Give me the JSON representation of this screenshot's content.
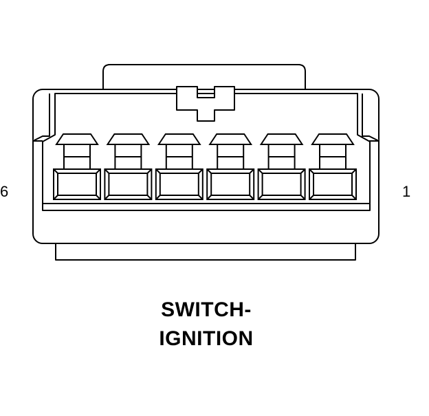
{
  "connector": {
    "pin_left_label": "6",
    "pin_right_label": "1",
    "cavity_count": 6,
    "stroke_color": "#000000",
    "fill_color": "#ffffff"
  },
  "caption": {
    "line1": "SWITCH-",
    "line2": "IGNITION"
  }
}
